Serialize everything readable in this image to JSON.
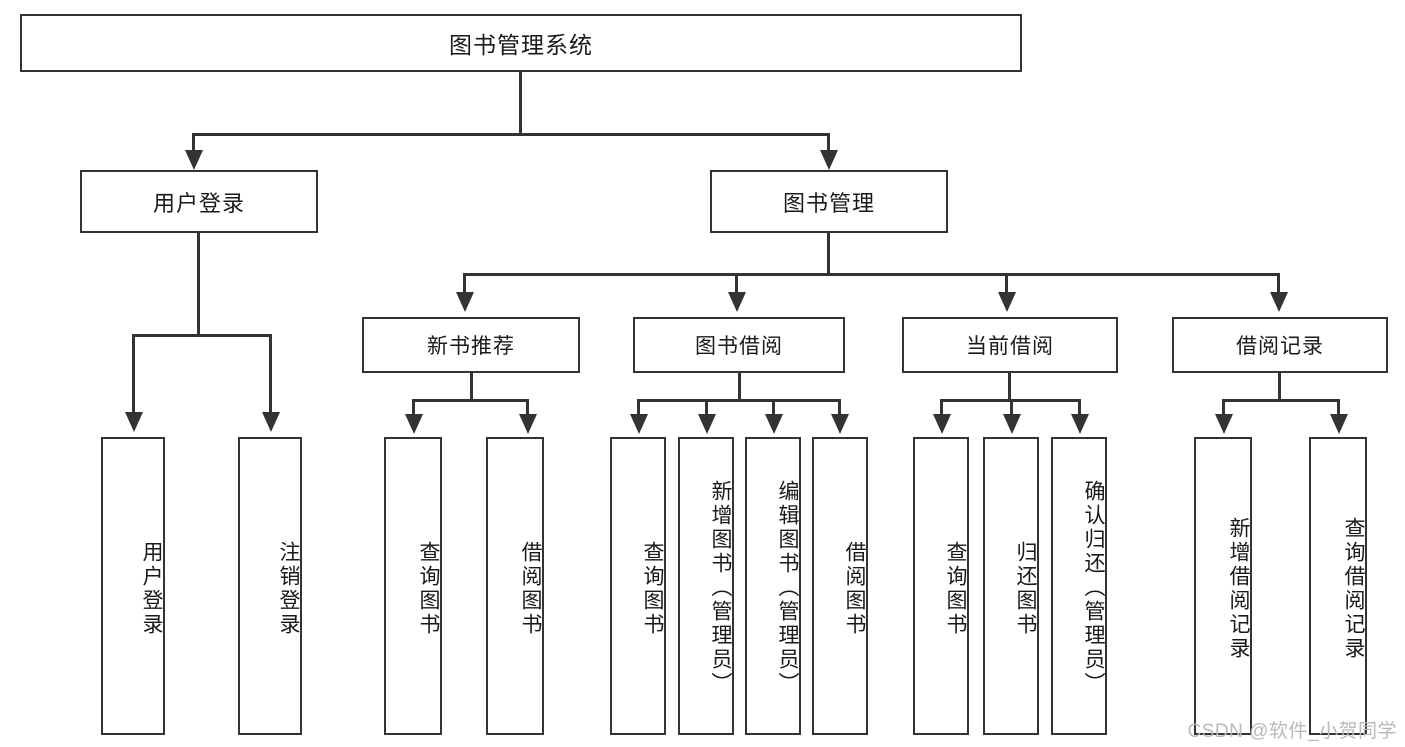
{
  "diagram": {
    "title": "图书管理系统",
    "type": "hierarchy-tree",
    "root": {
      "id": "root",
      "label": "图书管理系统"
    },
    "level2": [
      {
        "id": "user-login",
        "label": "用户登录"
      },
      {
        "id": "book-management",
        "label": "图书管理"
      }
    ],
    "level3": [
      {
        "id": "new-book-recommend",
        "label": "新书推荐"
      },
      {
        "id": "book-borrow",
        "label": "图书借阅"
      },
      {
        "id": "current-borrow",
        "label": "当前借阅"
      },
      {
        "id": "borrow-record",
        "label": "借阅记录"
      }
    ],
    "leaves": {
      "user_login": [
        {
          "id": "leaf-user-login",
          "label": "用户登录"
        },
        {
          "id": "leaf-logout",
          "label": "注销登录"
        }
      ],
      "new_book_recommend": [
        {
          "id": "leaf-query-book-1",
          "label": "查询图书"
        },
        {
          "id": "leaf-borrow-book-1",
          "label": "借阅图书"
        }
      ],
      "book_borrow": [
        {
          "id": "leaf-query-book-2",
          "label": "查询图书"
        },
        {
          "id": "leaf-add-book",
          "label": "新增图书（管理员）"
        },
        {
          "id": "leaf-edit-book",
          "label": "编辑图书（管理员）"
        },
        {
          "id": "leaf-borrow-book-2",
          "label": "借阅图书"
        }
      ],
      "current_borrow": [
        {
          "id": "leaf-query-book-3",
          "label": "查询图书"
        },
        {
          "id": "leaf-return-book",
          "label": "归还图书"
        },
        {
          "id": "leaf-confirm-return",
          "label": "确认归还（管理员）"
        }
      ],
      "borrow_record": [
        {
          "id": "leaf-add-record",
          "label": "新增借阅记录"
        },
        {
          "id": "leaf-query-record",
          "label": "查询借阅记录"
        }
      ]
    },
    "colors": {
      "stroke": "#333333",
      "fill": "#ffffff",
      "text": "#1a1a1a",
      "watermark": "#b9b9b9"
    }
  },
  "watermark": {
    "text": "CSDN @软件_小贺同学"
  }
}
